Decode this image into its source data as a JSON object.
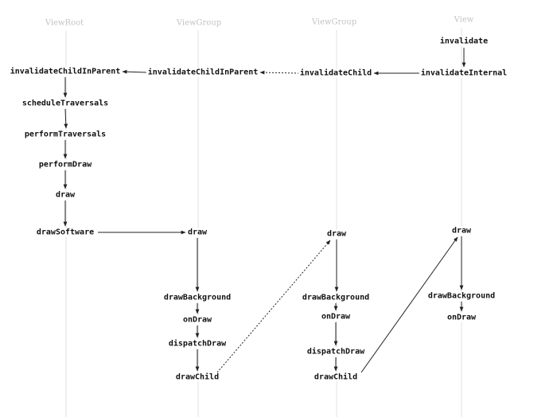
{
  "colors": {
    "lifeline": "#e2e2e2",
    "header": "#c4c4c4",
    "arrow": "#222222",
    "text": "#111111"
  },
  "headers": [
    "ViewRoot",
    "ViewGroup",
    "ViewGroup",
    "View"
  ],
  "nodes": {
    "viewroot_invalidateChildInParent": "invalidateChildInParent",
    "viewroot_scheduleTraversals": "scheduleTraversals",
    "viewroot_performTraversals": "performTraversals",
    "viewroot_performDraw": "performDraw",
    "viewroot_draw": "draw",
    "viewroot_drawSoftware": "drawSoftware",
    "vg1_invalidateChildInParent": "invalidateChildInParent",
    "vg1_draw": "draw",
    "vg1_drawBackground": "drawBackground",
    "vg1_onDraw": "onDraw",
    "vg1_dispatchDraw": "dispatchDraw",
    "vg1_drawChild": "drawChild",
    "vg2_invalidateChild": "invalidateChild",
    "vg2_draw": "draw",
    "vg2_drawBackground": "drawBackground",
    "vg2_onDraw": "onDraw",
    "vg2_dispatchDraw": "dispatchDraw",
    "vg2_drawChild": "drawChild",
    "view_invalidate": "invalidate",
    "view_invalidateInternal": "invalidateInternal",
    "view_draw": "draw",
    "view_drawBackground": "drawBackground",
    "view_onDraw": "onDraw"
  }
}
